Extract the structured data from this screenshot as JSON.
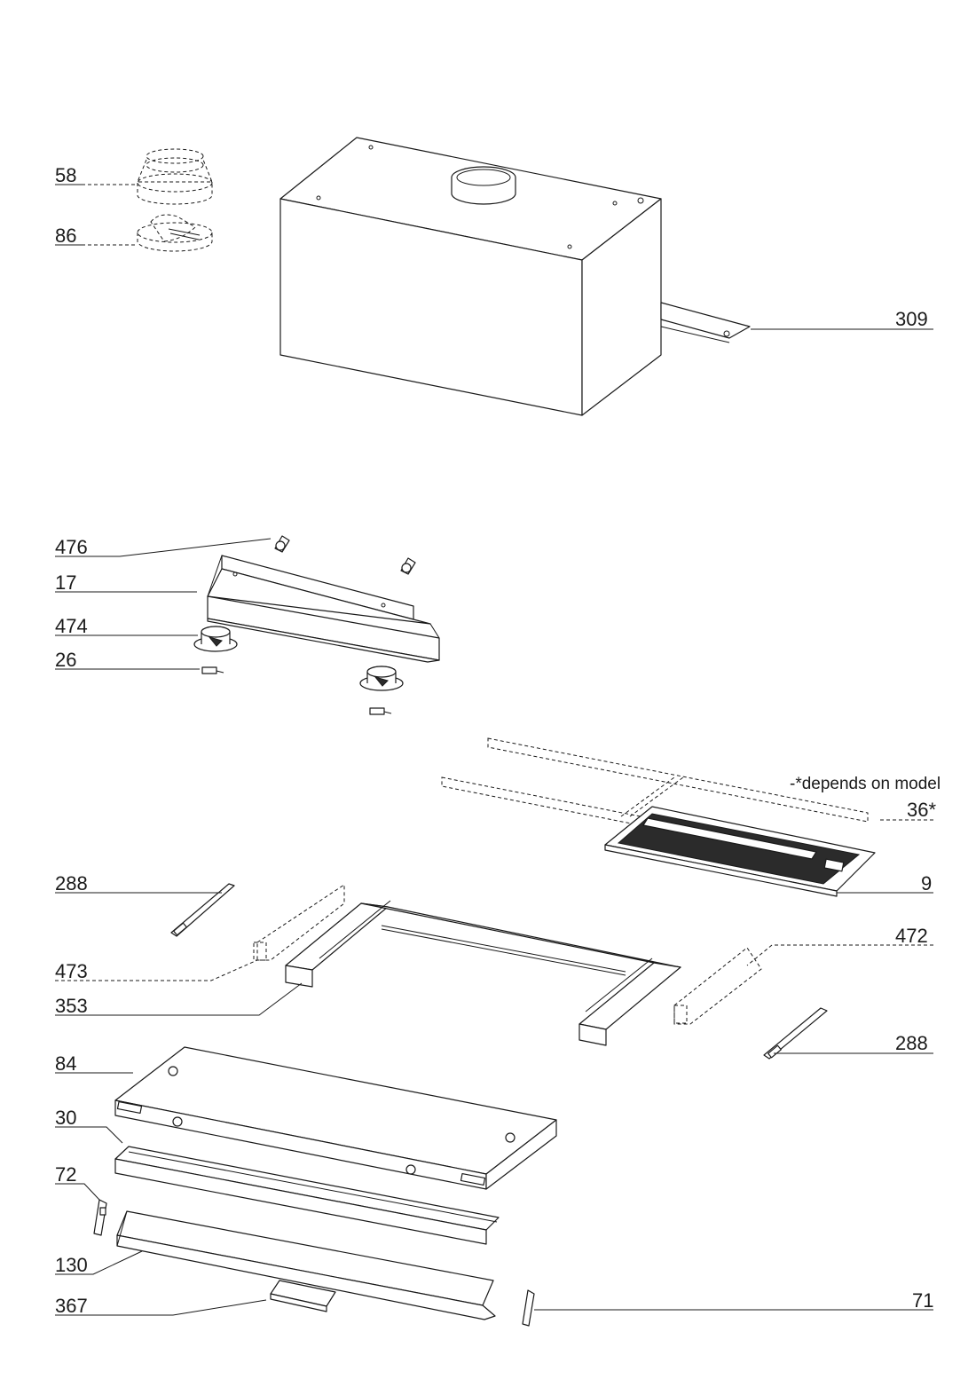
{
  "labels": {
    "p58": "58",
    "p86": "86",
    "p309": "309",
    "p476": "476",
    "p17": "17",
    "p474": "474",
    "p26": "26",
    "p36": "36*",
    "p9": "9",
    "p288a": "288",
    "p473": "473",
    "p353": "353",
    "p472": "472",
    "p288b": "288",
    "p84": "84",
    "p30": "30",
    "p72": "72",
    "p130": "130",
    "p367": "367",
    "p71": "71"
  },
  "note": "-*depends on model"
}
